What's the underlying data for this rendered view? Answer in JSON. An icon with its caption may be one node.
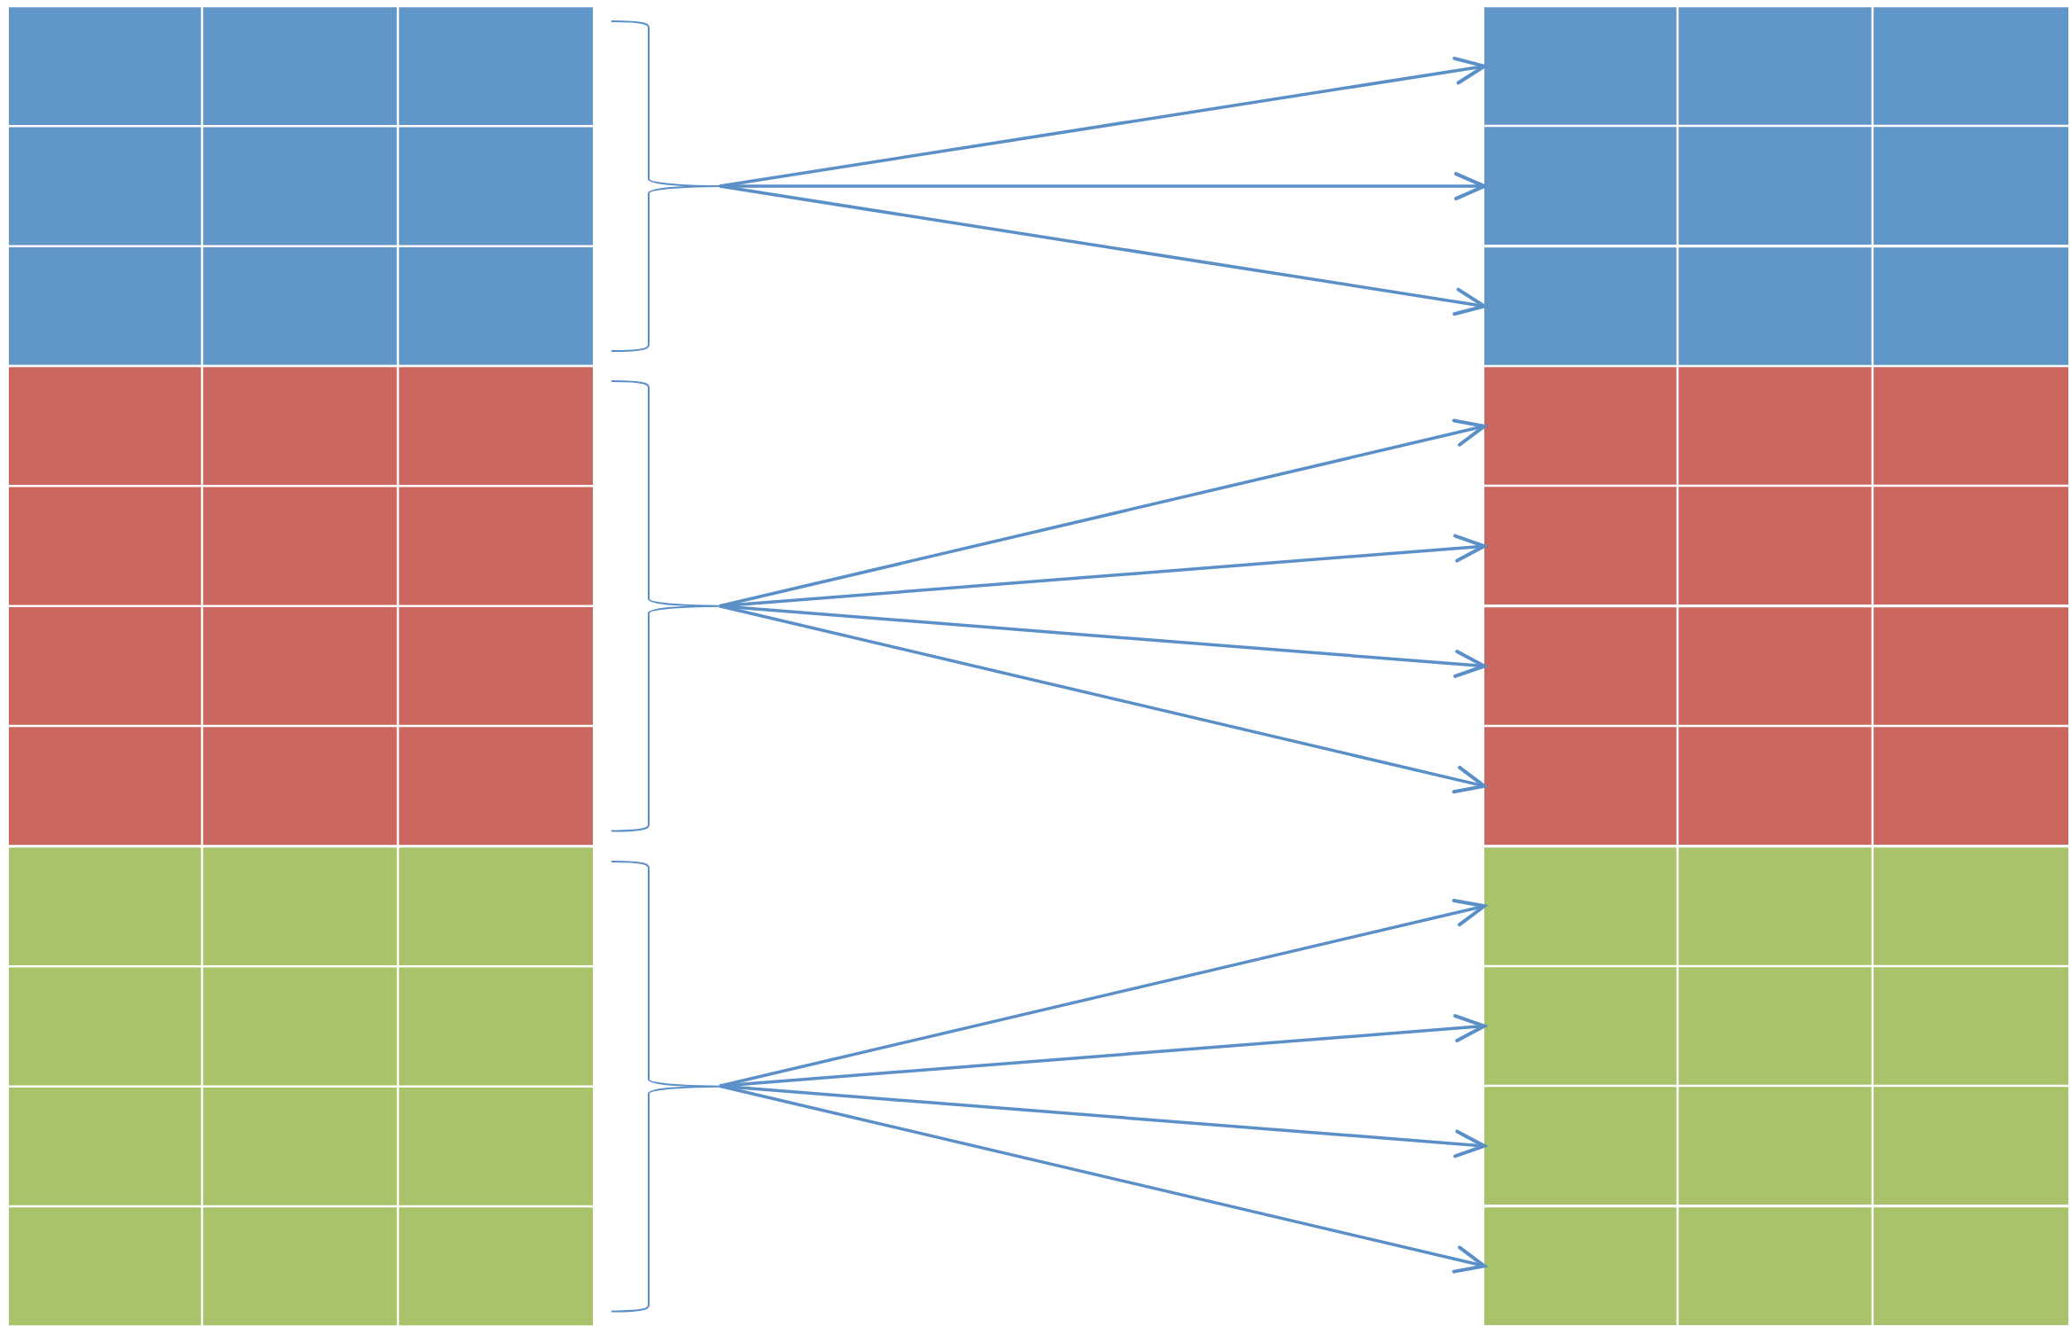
{
  "diagram": {
    "nodes": [
      {
        "text": [],
        "shape": "box"
      },
      {
        "text": [],
        "shape": "box"
      },
      {
        "text": [],
        "shape": "box"
      },
      {
        "text": [],
        "shape": "bar"
      },
      {
        "text": [],
        "shape": "bar"
      },
      {
        "text": [],
        "shape": "bar"
      },
      {
        "text": [],
        "shape": "bar"
      },
      {
        "text": [],
        "shape": "bar"
      },
      {
        "text": [],
        "shape": "bar"
      },
      {
        "text": [],
        "shape": "bar"
      },
      {
        "text": [],
        "shape": "bar"
      },
      {
        "text": [],
        "shape": "bar"
      },
      {
        "text": [],
        "shape": "bar"
      },
      {
        "text": [],
        "shape": "bar"
      }
    ],
    "edges": [
      {
        "from": 0,
        "to": 3,
        "arrow": "to"
      },
      {
        "from": 0,
        "to": 4,
        "arrow": "to"
      },
      {
        "from": 0,
        "to": 5,
        "arrow": "to"
      },
      {
        "from": 1,
        "to": 6,
        "arrow": "to"
      },
      {
        "from": 1,
        "to": 7,
        "arrow": "to"
      },
      {
        "from": 1,
        "to": 8,
        "arrow": "to"
      },
      {
        "from": 1,
        "to": 9,
        "arrow": "to"
      },
      {
        "from": 2,
        "to": 10,
        "arrow": "to"
      },
      {
        "from": 2,
        "to": 11,
        "arrow": "to"
      },
      {
        "from": 2,
        "to": 12,
        "arrow": "to"
      },
      {
        "from": 2,
        "to": 13,
        "arrow": "to"
      }
    ]
  }
}
